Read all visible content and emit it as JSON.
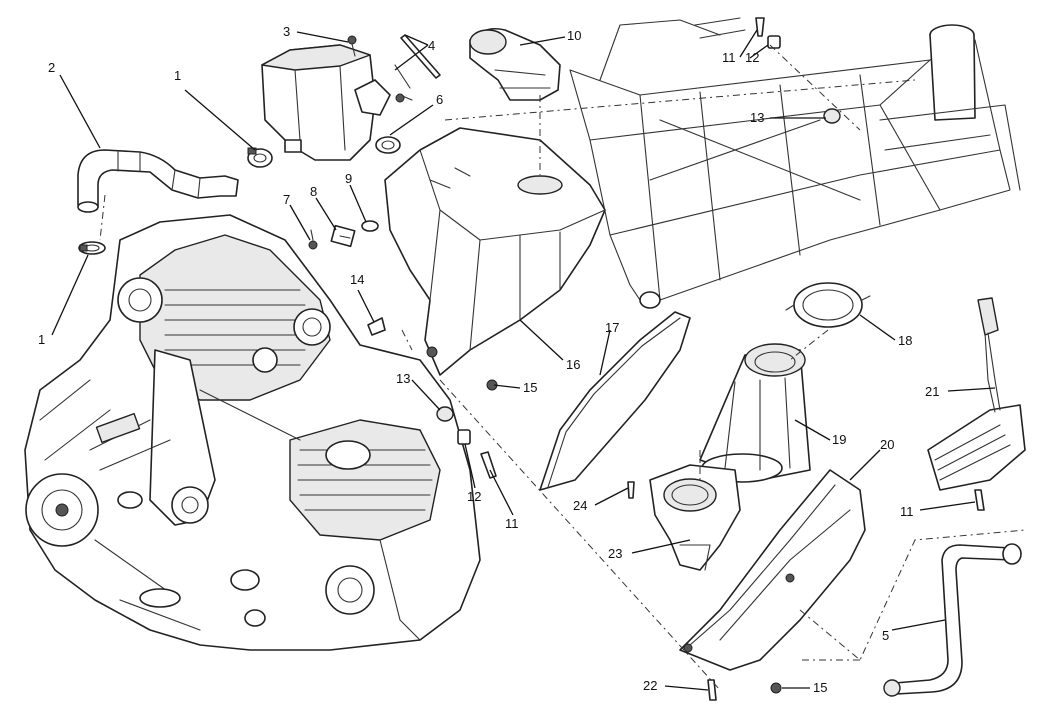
{
  "callouts": [
    {
      "id": "c1a",
      "label": "1"
    },
    {
      "id": "c1b",
      "label": "1"
    },
    {
      "id": "c2",
      "label": "2"
    },
    {
      "id": "c3",
      "label": "3"
    },
    {
      "id": "c4",
      "label": "4"
    },
    {
      "id": "c5",
      "label": "5"
    },
    {
      "id": "c6",
      "label": "6"
    },
    {
      "id": "c7",
      "label": "7"
    },
    {
      "id": "c8",
      "label": "8"
    },
    {
      "id": "c9",
      "label": "9"
    },
    {
      "id": "c10",
      "label": "10"
    },
    {
      "id": "c11a",
      "label": "11"
    },
    {
      "id": "c11b",
      "label": "11"
    },
    {
      "id": "c11c",
      "label": "11"
    },
    {
      "id": "c12a",
      "label": "12"
    },
    {
      "id": "c12b",
      "label": "12"
    },
    {
      "id": "c13a",
      "label": "13"
    },
    {
      "id": "c13b",
      "label": "13"
    },
    {
      "id": "c14",
      "label": "14"
    },
    {
      "id": "c15a",
      "label": "15"
    },
    {
      "id": "c15b",
      "label": "15"
    },
    {
      "id": "c16",
      "label": "16"
    },
    {
      "id": "c17",
      "label": "17"
    },
    {
      "id": "c18",
      "label": "18"
    },
    {
      "id": "c19",
      "label": "19"
    },
    {
      "id": "c20",
      "label": "20"
    },
    {
      "id": "c21",
      "label": "21"
    },
    {
      "id": "c22",
      "label": "22"
    },
    {
      "id": "c23",
      "label": "23"
    },
    {
      "id": "c24",
      "label": "24"
    }
  ]
}
